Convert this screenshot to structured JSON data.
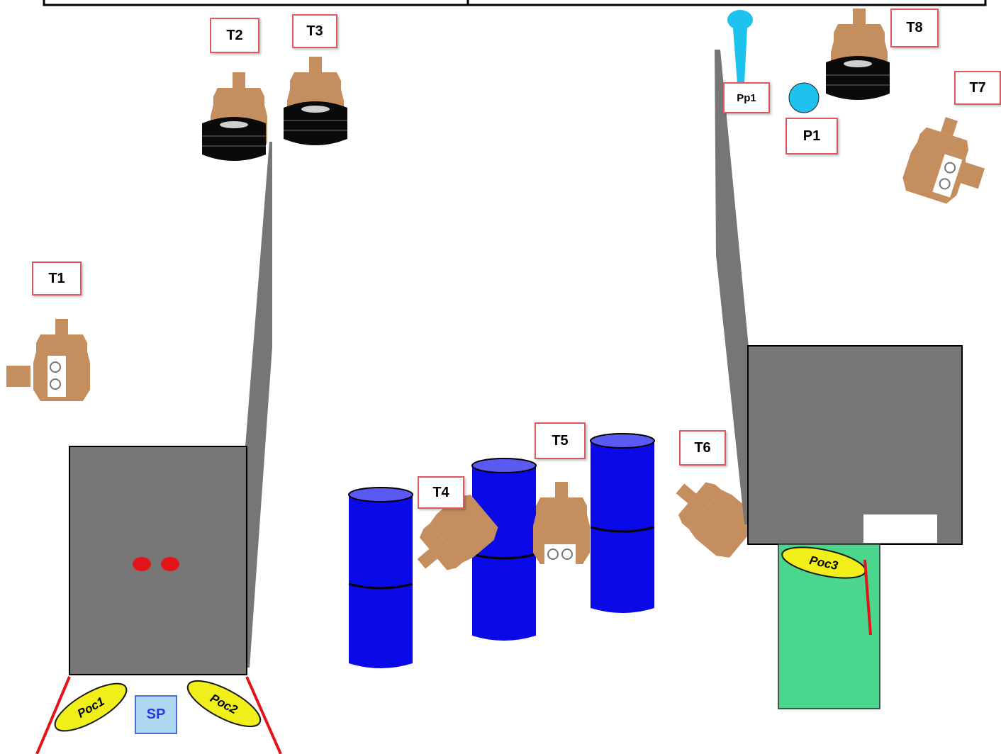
{
  "labels": {
    "t1": "T1",
    "t2": "T2",
    "t3": "T3",
    "t4": "T4",
    "t5": "T5",
    "t6": "T6",
    "t7": "T7",
    "t8": "T8",
    "pp1": "Pp1",
    "p1": "P1",
    "sp": "SP",
    "poc1": "Poc1",
    "poc2": "Poc2",
    "poc3": "Poc3"
  },
  "colors": {
    "table_gray": "#767676",
    "barrel_blue": "#0a0ae8",
    "barrel_top": "#5a5af2",
    "skin": "#c58e5e",
    "tire_black": "#0a0a0a",
    "pocket_yellow": "#f0ef1a",
    "green_zone": "#4bd68e",
    "probe_cyan": "#1ec2ee",
    "red_line": "#e2141a",
    "label_border": "#e2575c"
  }
}
